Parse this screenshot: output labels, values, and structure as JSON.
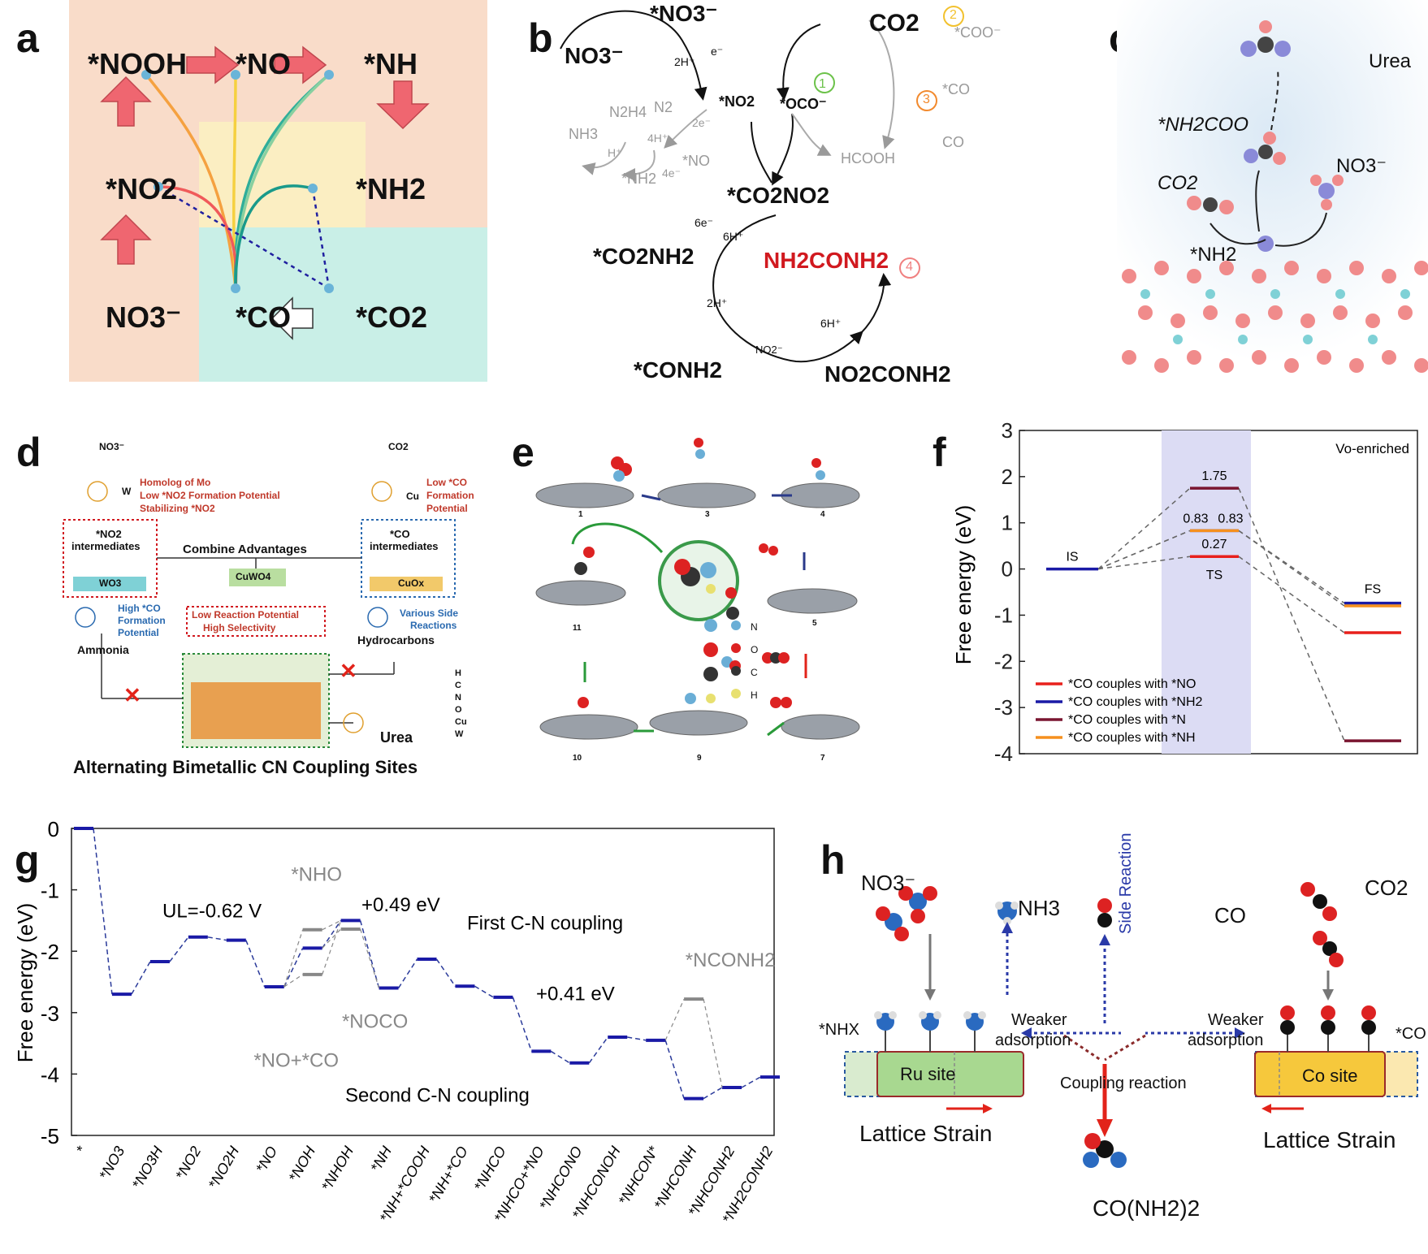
{
  "panels": {
    "a": {
      "label": "a",
      "nodes": {
        "nooh": "*NOOH",
        "no": "*NO",
        "nh": "*NH",
        "no2": "*NO2",
        "nh2": "*NH2",
        "no3": "NO3⁻",
        "co": "*CO",
        "co2": "*CO2"
      },
      "colors": {
        "bg": "#f9dcc9",
        "center": "#fbeec2",
        "bottom": "#c9efe7",
        "arrow_red": "#ef6670"
      }
    },
    "b": {
      "label": "b",
      "species": {
        "no3_ads": "*NO3⁻",
        "no3": "NO3⁻",
        "no2_ads": "*NO2",
        "co2": "CO2",
        "oco": "*OCO⁻",
        "coo": "*COO⁻",
        "co_ads": "*CO",
        "co": "CO",
        "hcooh": "HCOOH",
        "nh3": "NH3",
        "n2h4": "N2H4",
        "n2": "N2",
        "no_ads": "*NO",
        "nh2_ads": "*NH2",
        "co2no2": "*CO2NO2",
        "co2nh2": "*CO2NH2",
        "urea": "NH2CONH2",
        "conh2": "*CONH2",
        "no2conh2": "NO2CONH2",
        "nitrite": "NO2⁻"
      },
      "step_labels": {
        "two_h": "2H⁺",
        "e": "e⁻",
        "two_e": "2e⁻",
        "four_h": "4H⁺",
        "four_e": "4e⁻",
        "h": "H⁺",
        "six_e": "6e⁻",
        "six_h": "6H⁺"
      },
      "path_numbers": [
        "1",
        "2",
        "3",
        "4"
      ],
      "colors": {
        "n": "#d1191f",
        "c": "#1aa3a3",
        "grey": "#9a9a9a",
        "p1": "#6cc24a",
        "p2": "#f2c12e",
        "p3": "#f28a2e",
        "p4": "#f08080"
      }
    },
    "c": {
      "label": "c",
      "labels": {
        "urea": "Urea",
        "nh2coo": "*NH2COO",
        "co2": "CO2",
        "no3": "NO3⁻",
        "nh2": "*NH2"
      }
    },
    "d": {
      "label": "d",
      "texts": {
        "no3": "NO3⁻",
        "co2": "CO2",
        "w_note1": "Homolog of Mo",
        "w_note2": "Low *NO2 Formation Potential",
        "w_note3": "Stabilizing *NO2",
        "w": "W",
        "cu": "Cu",
        "cu_note1": "Low *CO",
        "cu_note2": "Formation",
        "cu_note3": "Potential",
        "no2_int1": "*NO2",
        "no2_int2": "intermediates",
        "wo3": "WO3",
        "co_int1": "*CO",
        "co_int2": "intermediates",
        "cuox": "CuOx",
        "combine": "Combine Advantages",
        "cuwo4": "CuWO4",
        "adv1": "Low Reaction Potential",
        "adv2": "High Selectivity",
        "left_bad1": "High *CO",
        "left_bad2": "Formation",
        "left_bad3": "Potential",
        "right_bad1": "Various Side",
        "right_bad2": "Reactions",
        "ammonia": "Ammonia",
        "hydrocarbons": "Hydrocarbons",
        "urea": "Urea",
        "title": "Alternating Bimetallic CN Coupling Sites",
        "legend": [
          "H",
          "C",
          "N",
          "O",
          "Cu",
          "W"
        ]
      }
    },
    "e": {
      "label": "e",
      "step_numbers": [
        "1",
        "3",
        "4",
        "5",
        "7",
        "9",
        "10",
        "11"
      ],
      "legend": [
        "N",
        "O",
        "C",
        "H"
      ]
    },
    "f": {
      "label": "f",
      "chart_data": {
        "type": "line",
        "annotation": "Vo-enriched",
        "ylabel": "Free energy (eV)",
        "ylim": [
          -4,
          3
        ],
        "yticks": [
          3,
          2,
          1,
          0,
          -1,
          -2,
          -3,
          -4
        ],
        "states": [
          "IS",
          "TS",
          "FS"
        ],
        "series": [
          {
            "name": "*CO couples with *NO",
            "color": "#e8201c",
            "IS": 0,
            "TS": 0.27,
            "FS": -1.38
          },
          {
            "name": "*CO couples with *NH2",
            "color": "#1a1aa6",
            "IS": 0,
            "TS": 0.83,
            "FS": -0.74
          },
          {
            "name": "*CO couples with *N",
            "color": "#7a1530",
            "IS": 0,
            "TS": 1.75,
            "FS": -3.72
          },
          {
            "name": "*CO couples with *NH",
            "color": "#f5901e",
            "IS": 0,
            "TS": 0.83,
            "FS": -0.8
          }
        ],
        "ts_labels": [
          "1.75",
          "0.83",
          "0.83",
          "0.27"
        ]
      }
    },
    "g": {
      "label": "g",
      "chart_data": {
        "type": "line",
        "ylabel": "Free energy (eV)",
        "ylim": [
          -5,
          0
        ],
        "yticks": [
          0,
          -1,
          -2,
          -3,
          -4,
          -5
        ],
        "categories": [
          "*",
          "*NO3",
          "*NO3H",
          "*NO2",
          "*NO2H",
          "*NO",
          "*NOH",
          "*NHOH",
          "*NH",
          "*NH+*COOH",
          "*NH+*CO",
          "*NHCO",
          "*NHCO+*NO",
          "*NHCONO",
          "*NHCONOH",
          "*NHCON*",
          "*NHCONH",
          "*NHCONH2",
          "*NH2CONH2"
        ],
        "series": [
          {
            "name": "main",
            "values": [
              0,
              -2.7,
              -2.17,
              -1.77,
              -1.82,
              -2.58,
              -1.95,
              -1.5,
              -2.6,
              -2.13,
              -2.57,
              -2.75,
              -3.63,
              -3.82,
              -3.4,
              -3.45,
              -4.4,
              -4.22,
              -4.05
            ]
          }
        ],
        "branches": [
          {
            "label": "*NHO",
            "value": -1.65
          },
          {
            "label": "*NO+*CO",
            "value": -2.38
          },
          {
            "label": "*NOCO",
            "value": -1.64
          },
          {
            "label": "*NCONH2",
            "value": -2.78
          }
        ],
        "annotations": [
          "UL=-0.62 V",
          "+0.49 eV",
          "First C-N coupling",
          "+0.41 eV",
          "Second C-N coupling"
        ]
      }
    },
    "h": {
      "label": "h",
      "texts": {
        "no3": "NO3⁻",
        "nh3": "NH3",
        "co_gas": "CO",
        "co2": "CO2",
        "side": "Side Reaction",
        "nhx": "*NHX",
        "co_ads": "*CO",
        "weaker_l1": "Weaker",
        "weaker_l2": "adsorption",
        "weaker_r1": "Weaker",
        "weaker_r2": "adsorption",
        "ru_site": "Ru site",
        "co_site": "Co site",
        "coupling": "Coupling reaction",
        "strain_l": "Lattice Strain",
        "strain_r": "Lattice Strain",
        "urea": "CO(NH2)2"
      }
    }
  }
}
